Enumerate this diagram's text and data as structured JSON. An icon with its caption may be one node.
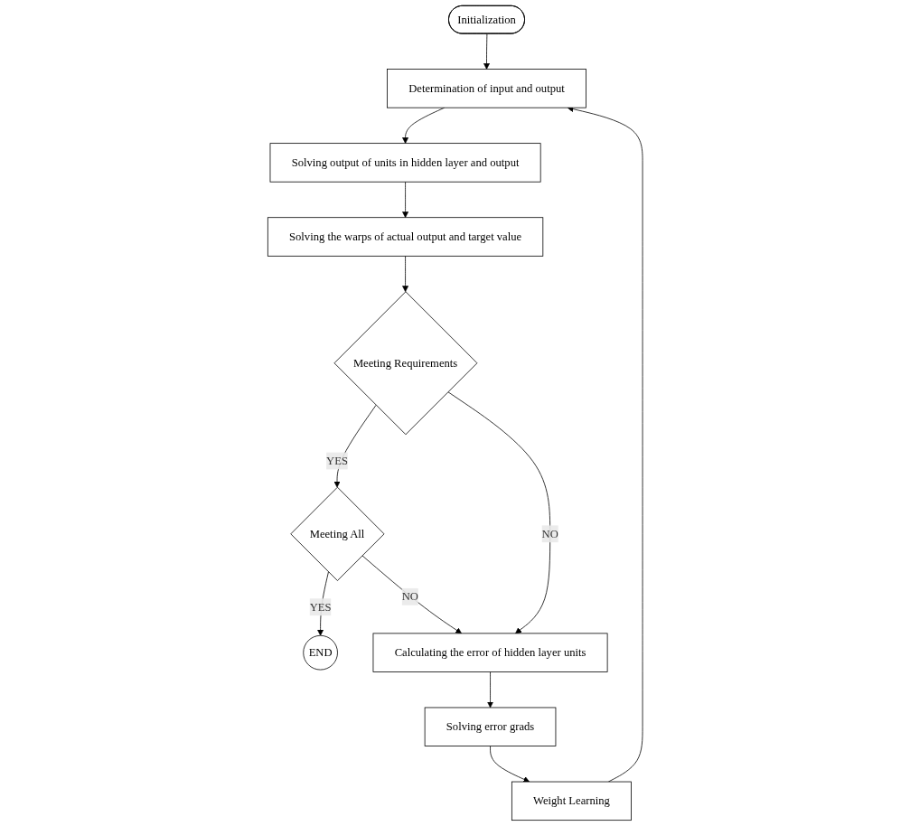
{
  "diagram": {
    "nodes": [
      {
        "text": [
          "Initialization"
        ]
      },
      {
        "text": [
          "Determination of input and output"
        ]
      },
      {
        "text": [
          "Solving output of units in hidden layer and output"
        ]
      },
      {
        "text": [
          "Solving the warps of actual output and target value"
        ]
      },
      {
        "text": [
          "Meeting Requirements"
        ]
      },
      {
        "text": [
          "Meeting All"
        ]
      },
      {
        "text": [
          "END"
        ]
      },
      {
        "text": [
          "Calculating the error of hidden layer units"
        ]
      },
      {
        "text": [
          "Solving error grads"
        ]
      },
      {
        "text": [
          "Weight Learning"
        ]
      }
    ],
    "edges": [
      {
        "from": 0,
        "to": 1,
        "arrow": "to"
      },
      {
        "from": 1,
        "to": 2,
        "arrow": "to"
      },
      {
        "from": 2,
        "to": 3,
        "arrow": "to"
      },
      {
        "from": 3,
        "to": 4,
        "arrow": "to"
      },
      {
        "from": 4,
        "to": 5,
        "arrow": "to",
        "label": "YES"
      },
      {
        "from": 5,
        "to": 6,
        "arrow": "to",
        "label": "YES"
      },
      {
        "from": 4,
        "to": 7,
        "arrow": "to",
        "label": "NO"
      },
      {
        "from": 5,
        "to": 7,
        "arrow": "to",
        "label": "NO"
      },
      {
        "from": 7,
        "to": 8,
        "arrow": "to"
      },
      {
        "from": 8,
        "to": 9,
        "arrow": "to"
      },
      {
        "from": 9,
        "to": 1,
        "arrow": "to"
      }
    ]
  }
}
